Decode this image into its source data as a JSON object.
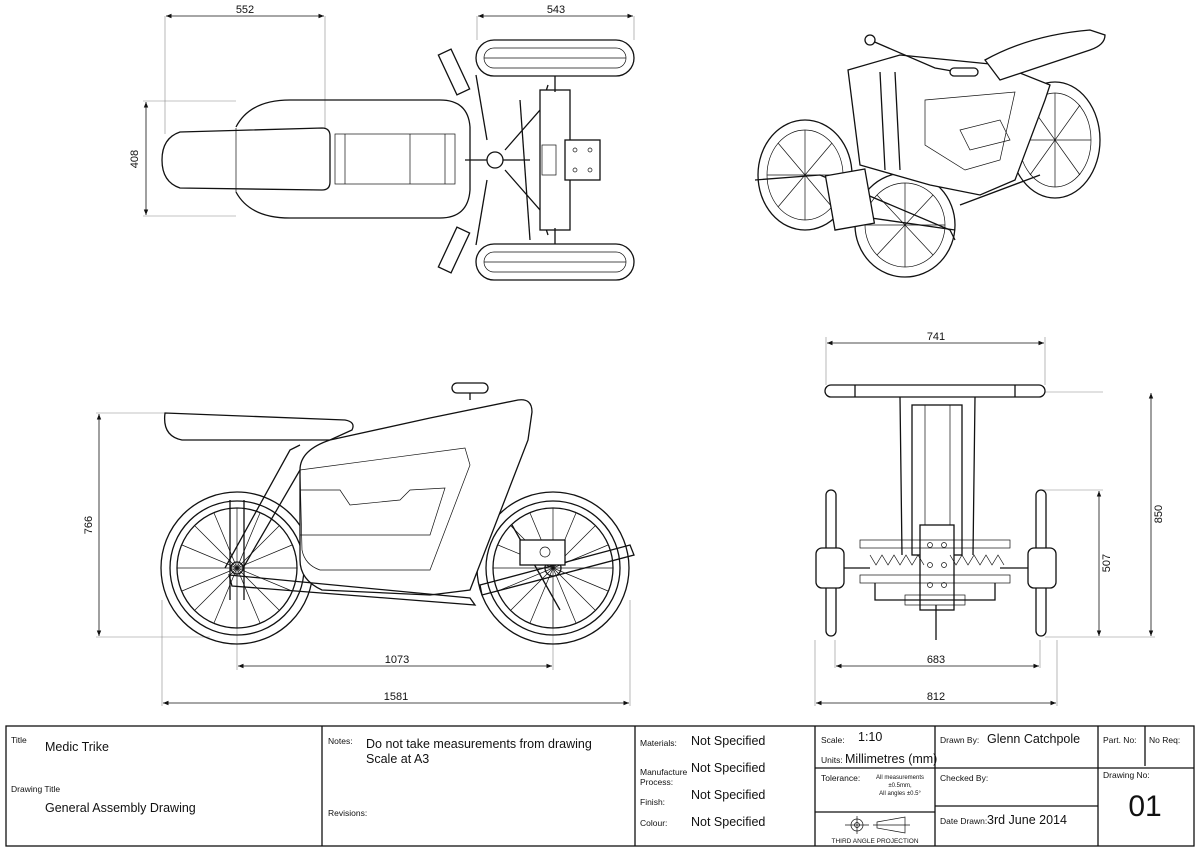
{
  "dimensions": {
    "top_view_length": "552",
    "top_view_track": "543",
    "top_view_width": "408",
    "side_height": "766",
    "wheelbase": "1073",
    "overall_length": "1581",
    "front_handlebar_width": "741",
    "front_height": "850",
    "front_axle_height": "507",
    "front_track": "683",
    "front_overall_width": "812"
  },
  "title_block": {
    "title_label": "Title",
    "title_value": "Medic Trike",
    "drawing_title_label": "Drawing Title",
    "drawing_title_value": "General Assembly Drawing",
    "notes_label": "Notes:",
    "notes_line1": "Do not take measurements from drawing",
    "notes_line2": "Scale at A3",
    "revisions_label": "Revisions:",
    "materials_label": "Materials:",
    "materials_value": "Not Specified",
    "manufacture_label_1": "Manufacture",
    "manufacture_label_2": "Process:",
    "manufacture_value": "Not Specified",
    "finish_label": "Finish:",
    "finish_value": "Not Specified",
    "colour_label": "Colour:",
    "colour_value": "Not Specified",
    "scale_label": "Scale:",
    "scale_value": "1:10",
    "units_label": "Units:",
    "units_value": "Millimetres (mm)",
    "tolerance_label": "Tolerance:",
    "tolerance_line1": "All measurements",
    "tolerance_line2": "±0.5mm,",
    "tolerance_line3": "All angles ±0.5°",
    "projection_label": "THIRD ANGLE PROJECTION",
    "drawn_by_label": "Drawn By:",
    "drawn_by_value": "Glenn Catchpole",
    "checked_by_label": "Checked By:",
    "date_drawn_label": "Date Drawn:",
    "date_drawn_value": "3rd June 2014",
    "part_no_label": "Part. No:",
    "no_req_label": "No Req:",
    "drawing_no_label": "Drawing No:",
    "drawing_no_value": "01"
  }
}
